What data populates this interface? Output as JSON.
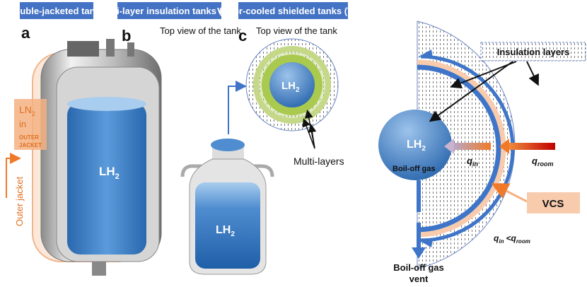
{
  "panels": {
    "a": {
      "header": "Double-jacketed tanks",
      "letter": "a",
      "tank_label": "LH",
      "tank_sub": "2",
      "ln2_label": "LN",
      "ln2_sub": "2",
      "ln2_in": "in",
      "ln2_outer": "OUTER",
      "ln2_jacket": "JACKET",
      "outer_jacket": "Outer jacket"
    },
    "b": {
      "header": "Multi-layer insulation tanks (MLI)",
      "letter": "b",
      "top_view": "Top view of the tank",
      "circle_label": "LH",
      "circle_sub": "2",
      "multilayers": "Multi-layers",
      "can_label": "LH",
      "can_sub": "2"
    },
    "c": {
      "header": "Vapor-cooled shielded tanks (VCS)",
      "letter": "c",
      "top_view": "Top view of the tank",
      "insulation_layers": "Insulation layers",
      "sphere_label": "LH",
      "sphere_sub": "2",
      "boiloff": "Boil-off gas",
      "q": "q",
      "in_sub": "in",
      "room_sub": "room",
      "vcs": "VCS",
      "less_than": "<",
      "vent_line1": "Boil-off gas",
      "vent_line2": "vent"
    }
  },
  "colors": {
    "header_blue": "#4472C4",
    "lh2_blue": "#3E7CC4",
    "ln2_orange": "#F4B183",
    "vcs_peach": "#F8CBAD",
    "mli_green": "#A9C94F",
    "heat_red": "#C00000"
  }
}
